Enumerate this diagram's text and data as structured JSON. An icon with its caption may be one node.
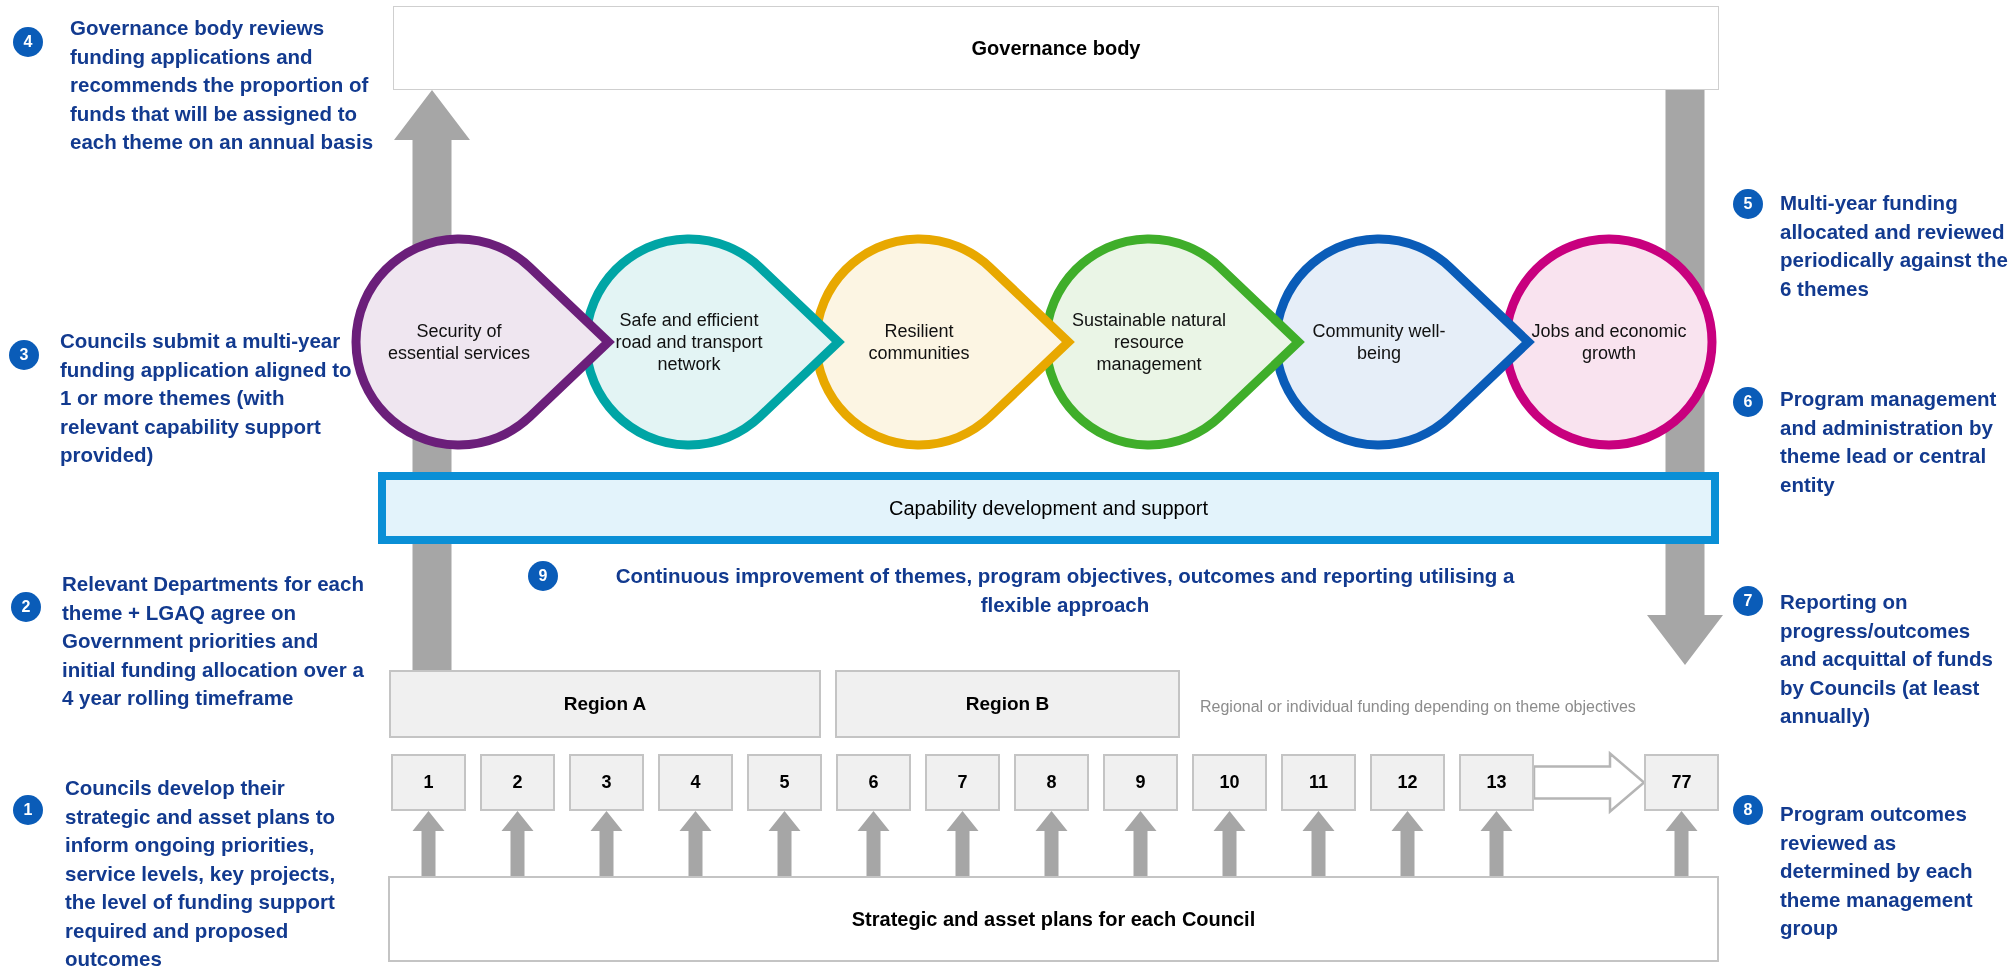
{
  "diagram": {
    "nodes": [
      {
        "text": [
          "Governance body"
        ]
      },
      {
        "text": [
          "Security of essential services"
        ]
      },
      {
        "text": [
          "Safe and efficient road and transport network"
        ]
      },
      {
        "text": [
          "Resilient communities"
        ]
      },
      {
        "text": [
          "Sustainable natural resource management"
        ]
      },
      {
        "text": [
          "Community well-being"
        ]
      },
      {
        "text": [
          "Jobs and economic growth"
        ]
      },
      {
        "text": [
          "Capability development and support"
        ]
      },
      {
        "text": [
          "Region A"
        ]
      },
      {
        "text": [
          "Region B"
        ]
      },
      {
        "text": [
          "1"
        ]
      },
      {
        "text": [
          "2"
        ]
      },
      {
        "text": [
          "3"
        ]
      },
      {
        "text": [
          "4"
        ]
      },
      {
        "text": [
          "5"
        ]
      },
      {
        "text": [
          "6"
        ]
      },
      {
        "text": [
          "7"
        ]
      },
      {
        "text": [
          "8"
        ]
      },
      {
        "text": [
          "9"
        ]
      },
      {
        "text": [
          "10"
        ]
      },
      {
        "text": [
          "11"
        ]
      },
      {
        "text": [
          "12"
        ]
      },
      {
        "text": [
          "13"
        ]
      },
      {
        "text": [
          "77"
        ]
      },
      {
        "text": [
          "Strategic and asset plans for each Council"
        ]
      }
    ],
    "edges": [
      {
        "from": 8,
        "to": 0,
        "arrow": "to",
        "style": "thick"
      },
      {
        "from": 0,
        "to": null,
        "arrow": "to",
        "style": "thick"
      },
      {
        "from": 22,
        "to": 23,
        "arrow": "to",
        "color": "#ffffff"
      },
      {
        "from": 24,
        "to": 10,
        "arrow": "to"
      },
      {
        "from": 24,
        "to": 11,
        "arrow": "to"
      },
      {
        "from": 24,
        "to": 12,
        "arrow": "to"
      },
      {
        "from": 24,
        "to": 13,
        "arrow": "to"
      },
      {
        "from": 24,
        "to": 14,
        "arrow": "to"
      },
      {
        "from": 24,
        "to": 15,
        "arrow": "to"
      },
      {
        "from": 24,
        "to": 16,
        "arrow": "to"
      },
      {
        "from": 24,
        "to": 17,
        "arrow": "to"
      },
      {
        "from": 24,
        "to": 18,
        "arrow": "to"
      },
      {
        "from": 24,
        "to": 19,
        "arrow": "to"
      },
      {
        "from": 24,
        "to": 20,
        "arrow": "to"
      },
      {
        "from": 24,
        "to": 21,
        "arrow": "to"
      },
      {
        "from": 24,
        "to": 22,
        "arrow": "to"
      },
      {
        "from": 24,
        "to": 23,
        "arrow": "to"
      }
    ],
    "labels": [
      "4",
      "Governance body reviews funding applications and recommends the proportion of funds that will be assigned to each theme on an annual basis",
      "5",
      "Multi-year funding allocated and reviewed periodically against the 6 themes",
      "3",
      "Councils submit a multi-year funding application aligned to 1 or more themes (with relevant capability support provided)",
      "6",
      "Program management and administration by theme lead or central entity",
      "9",
      "Continuous improvement of themes, program objectives, outcomes and reporting utilising a flexible approach",
      "Regional or individual funding depending on theme objectives",
      "2",
      "Relevant Departments for each theme + LGAQ agree on Government priorities and initial funding allocation over a 4 year rolling timeframe",
      "7",
      "Reporting on progress/outcomes and acquittal of funds by Councils (at least annually)",
      "1",
      "Councils develop their strategic and asset plans to inform ongoing priorities, service levels, key projects, the level of funding support required and proposed outcomes",
      "8",
      "Program outcomes reviewed as determined by each theme management group"
    ]
  }
}
